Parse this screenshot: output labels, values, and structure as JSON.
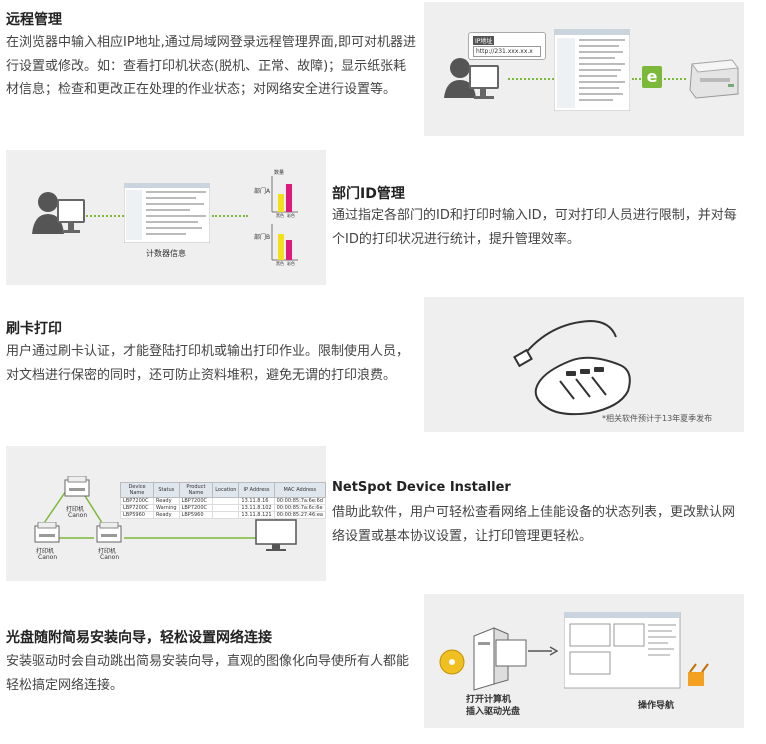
{
  "section1": {
    "title": "远程管理",
    "text": "在浏览器中输入相应IP地址,通过局域网登录远程管理界面,即可对机器进行设置或修改。如：查看打印机状态(脱机、正常、故障)；显示纸张耗材信息；检查和更改正在处理的作业状态；对网络安全进行设置等。",
    "ip_label": "IP地址",
    "ip_value": "http://231.xxx.xx.x",
    "e_badge": "e"
  },
  "section2": {
    "title": "部门ID管理",
    "text": "通过指定各部门的ID和打印时输入ID，可对打印人员进行限制，并对每个ID的打印状况进行统计，提升管理效率。",
    "caption": "计数器信息",
    "chart_header": "数量",
    "dept_a": "部门A",
    "dept_b": "部门B",
    "legend_bw": "黑色",
    "legend_color": "彩色"
  },
  "section3": {
    "title": "刷卡打印",
    "text": "用户通过刷卡认证，才能登陆打印机或输出打印作业。限制使用人员，对文档进行保密的同时，还可防止资料堆积，避免无谓的打印浪费。",
    "note": "*相关软件预计于13年夏季发布"
  },
  "section4": {
    "title": "NetSpot Device Installer",
    "text": "借助此软件，用户可轻松查看网络上佳能设备的状态列表，更改默认网络设置或基本协议设置，让打印管理更轻松。",
    "printer_label": "打印机",
    "brand": "Canon",
    "table_headers": [
      "Device Name",
      "Status",
      "Product Name",
      "Location",
      "IP Address",
      "MAC Address"
    ],
    "table_rows": [
      [
        "LBP7200C",
        "Ready",
        "LBP7200C",
        "",
        "13.11.8.16",
        "00:00:85:7a:6e:6d"
      ],
      [
        "LBP7200C",
        "Warning",
        "LBP7200C",
        "",
        "13.11.8.102",
        "00:00:85:7a:6c:6e"
      ],
      [
        "LBP5960",
        "Ready",
        "LBP5960",
        "",
        "13.11.8.121",
        "00:00:85:27:46:ea"
      ]
    ]
  },
  "section5": {
    "title": "光盘随附简易安装向导，轻松设置网络连接",
    "text": "安装驱动时会自动跳出简易安装向导，直观的图像化向导使所有人都能轻松搞定网络连接。",
    "caption_left_1": "打开计算机",
    "caption_left_2": "插入驱动光盘",
    "caption_right": "操作导航"
  },
  "colors": {
    "panel": "#efefef",
    "green": "#7cb83a",
    "magenta": "#e0197d",
    "yellow": "#f4e01a"
  }
}
